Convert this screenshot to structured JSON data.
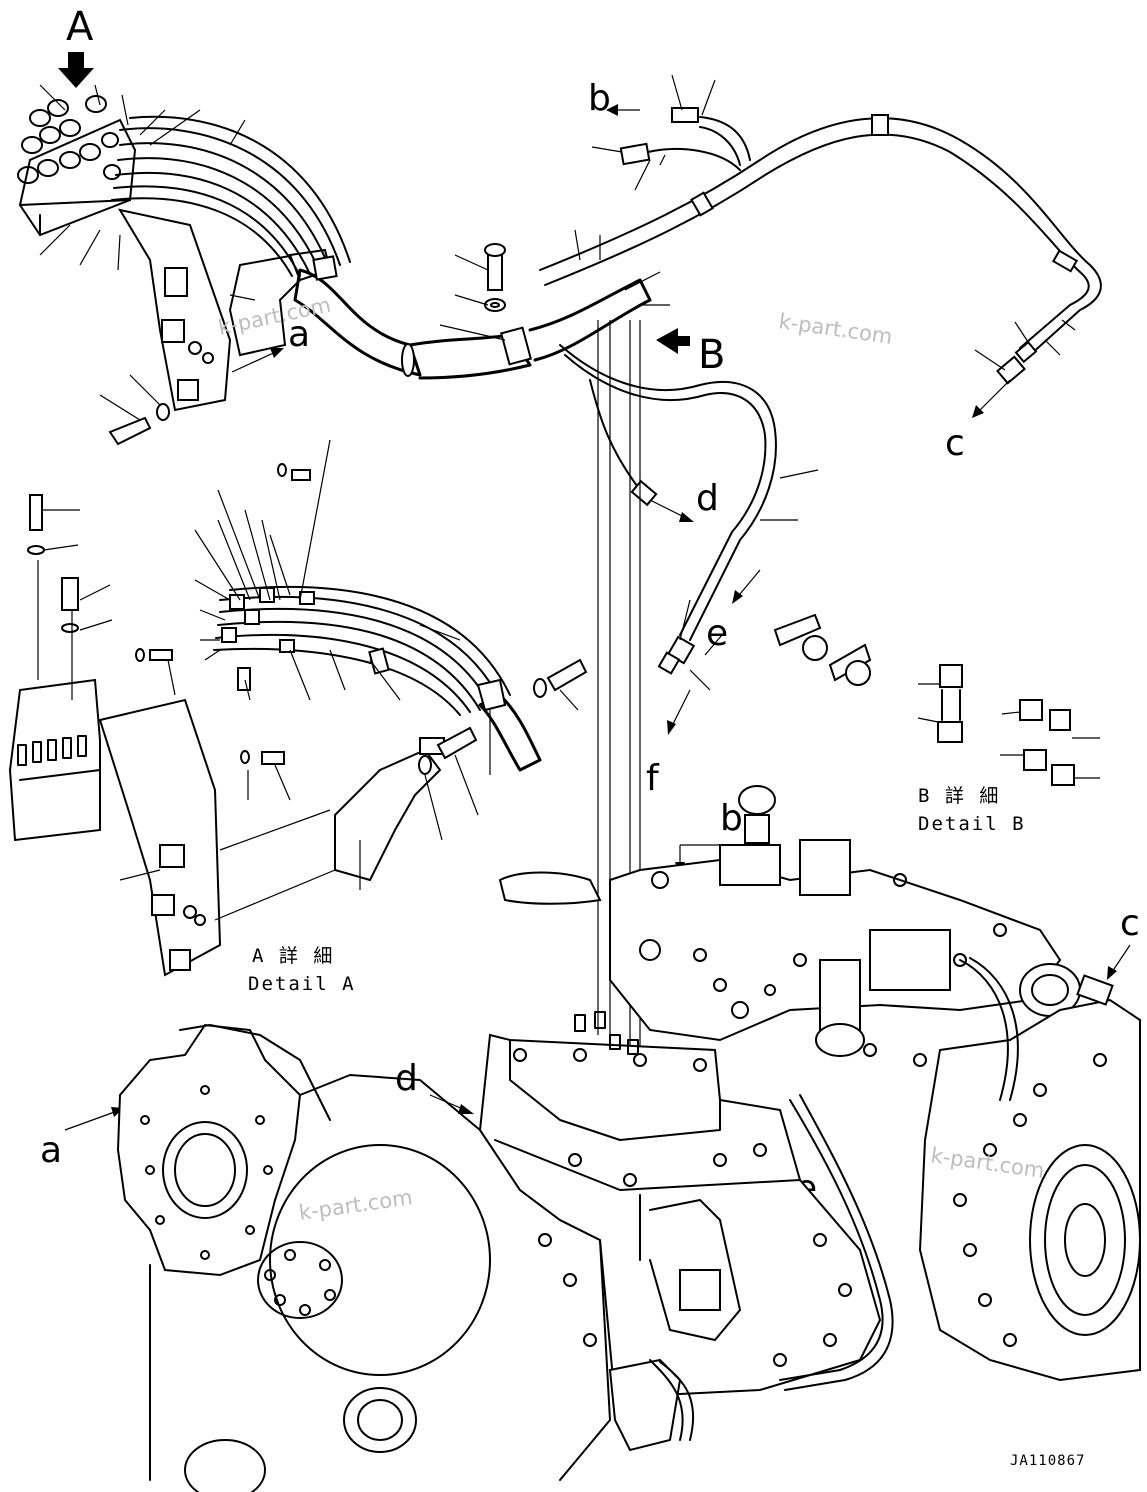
{
  "views": {
    "A": "A",
    "B": "B"
  },
  "callouts": {
    "a": "a",
    "b": "b",
    "c": "c",
    "d": "d",
    "e": "e",
    "f": "f"
  },
  "details": {
    "a_jp": "A 詳 細",
    "a_en": "Detail A",
    "b_jp": "B 詳 細",
    "b_en": "Detail B"
  },
  "watermark": "k-part.com",
  "drawing_code": "JA110867"
}
